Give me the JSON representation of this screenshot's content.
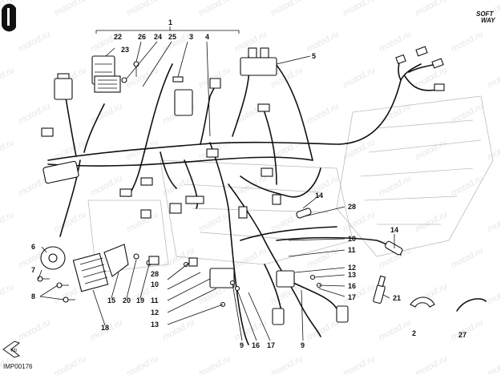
{
  "brand": {
    "line1": "SOFT",
    "line2": "WAY"
  },
  "image_code": "IMP00176",
  "watermark": "motod.ru",
  "callouts": [
    {
      "id": "c1",
      "label": "1"
    },
    {
      "id": "c22",
      "label": "22"
    },
    {
      "id": "c26",
      "label": "26"
    },
    {
      "id": "c24",
      "label": "24"
    },
    {
      "id": "c25",
      "label": "25"
    },
    {
      "id": "c3",
      "label": "3"
    },
    {
      "id": "c4",
      "label": "4"
    },
    {
      "id": "c23",
      "label": "23"
    },
    {
      "id": "c5",
      "label": "5"
    },
    {
      "id": "c14a",
      "label": "14"
    },
    {
      "id": "c6",
      "label": "6"
    },
    {
      "id": "c7",
      "label": "7"
    },
    {
      "id": "c8",
      "label": "8"
    },
    {
      "id": "c28a",
      "label": "28"
    },
    {
      "id": "c10a",
      "label": "10"
    },
    {
      "id": "c11a",
      "label": "11"
    },
    {
      "id": "c15",
      "label": "15"
    },
    {
      "id": "c20",
      "label": "20"
    },
    {
      "id": "c19",
      "label": "19"
    },
    {
      "id": "c18",
      "label": "18"
    },
    {
      "id": "c12a",
      "label": "12"
    },
    {
      "id": "c13a",
      "label": "13"
    },
    {
      "id": "c9a",
      "label": "9"
    },
    {
      "id": "c16a",
      "label": "16"
    },
    {
      "id": "c17a",
      "label": "17"
    },
    {
      "id": "c9b",
      "label": "9"
    },
    {
      "id": "c28b",
      "label": "28"
    },
    {
      "id": "c10b",
      "label": "10"
    },
    {
      "id": "c11b",
      "label": "11"
    },
    {
      "id": "c14b",
      "label": "14"
    },
    {
      "id": "c12b",
      "label": "12"
    },
    {
      "id": "c13b",
      "label": "13"
    },
    {
      "id": "c16b",
      "label": "16"
    },
    {
      "id": "c17b",
      "label": "17"
    },
    {
      "id": "c21",
      "label": "21"
    },
    {
      "id": "c2",
      "label": "2"
    },
    {
      "id": "c27",
      "label": "27"
    }
  ]
}
